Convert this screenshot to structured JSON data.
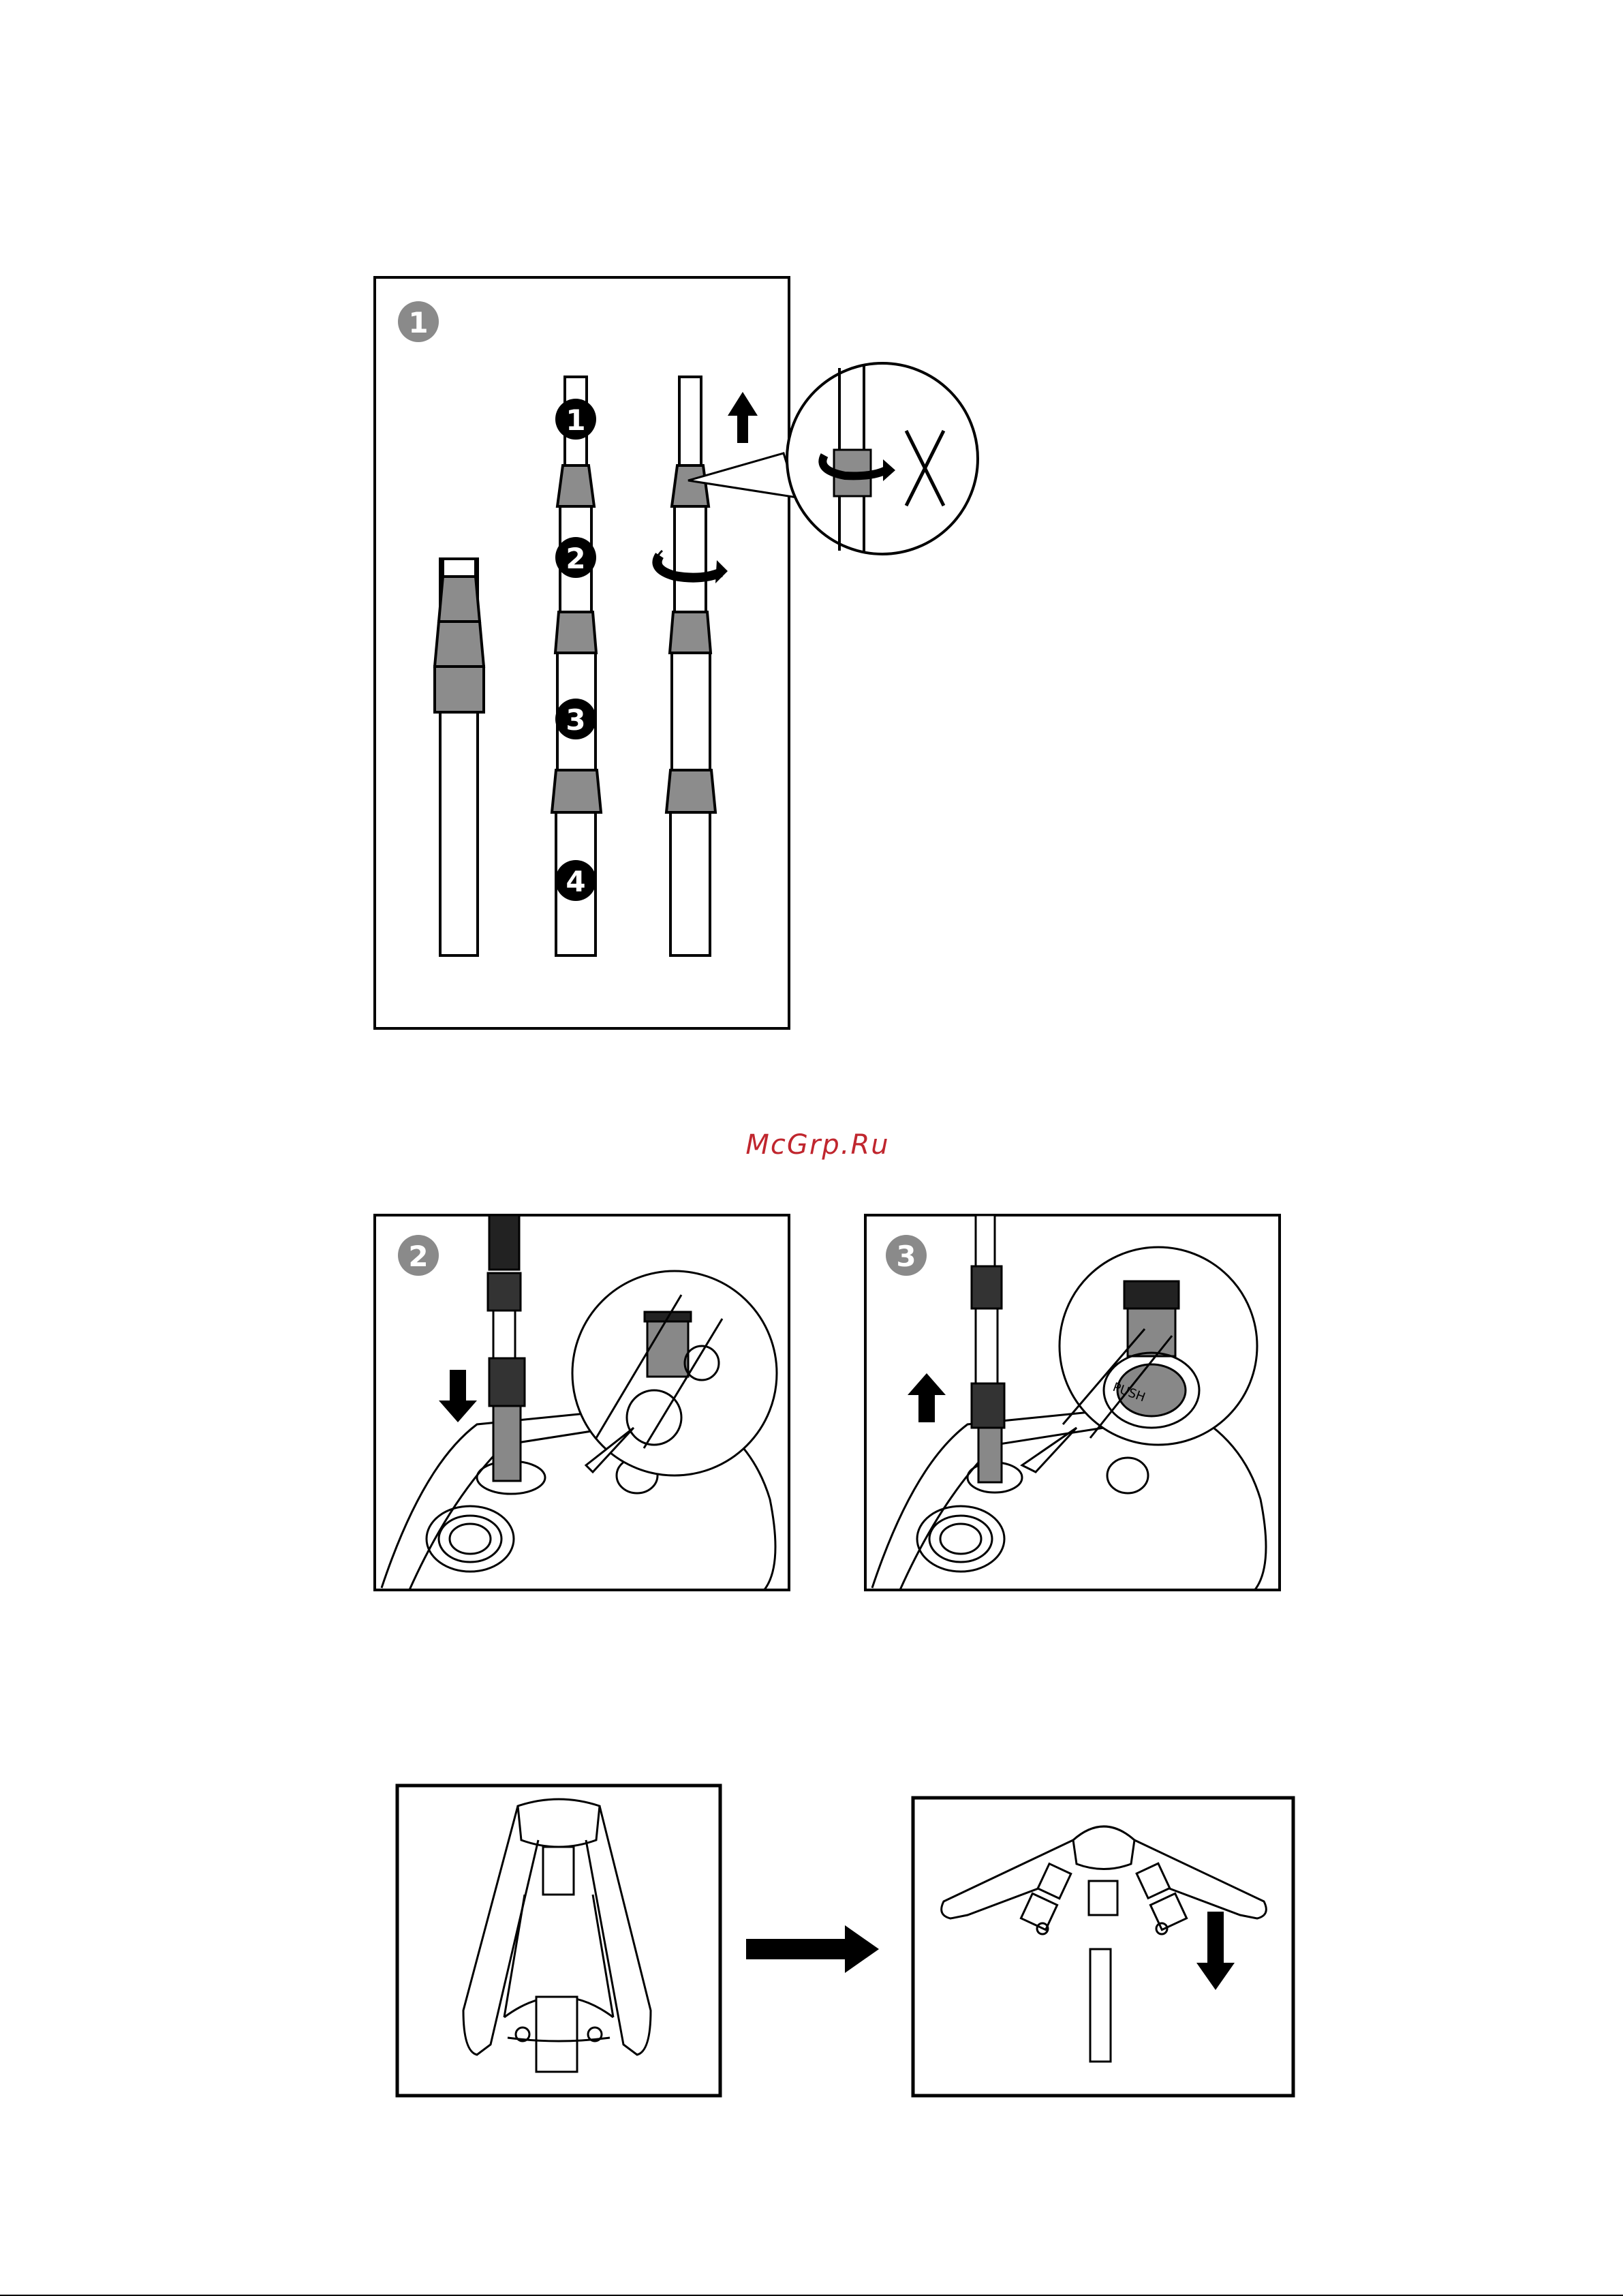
{
  "watermark": {
    "text": "McGrp.Ru",
    "color": "#c0262e"
  },
  "panels": {
    "panel1": {
      "step": "1",
      "segment_labels": [
        "1",
        "2",
        "3",
        "4"
      ]
    },
    "panel2": {
      "step": "2",
      "action": "insert pole downward"
    },
    "panel3": {
      "step": "3",
      "action": "pull pole upward",
      "button_text": "PUSH"
    },
    "panel4": {
      "action": "fold base"
    },
    "panel5": {
      "action": "base unfolded, insert pole"
    }
  },
  "colors": {
    "line": "#000000",
    "grey_collar": "#8c8c8c",
    "step_badge": "#8a8a8a",
    "segment_badge": "#000000"
  },
  "icons": [
    "down-arrow-icon",
    "up-arrow-icon",
    "rotate-arrow-icon",
    "cross-icon",
    "right-arrow-icon"
  ]
}
